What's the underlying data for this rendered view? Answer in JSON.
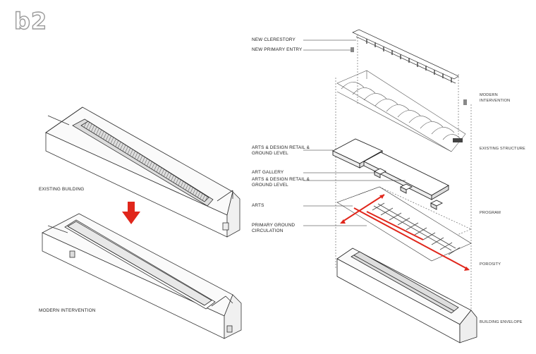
{
  "badge": "b2",
  "left_labels": {
    "existing": "EXISTING BUILDING",
    "modern": "MODERN INTERVENTION"
  },
  "callouts": [
    "NEW CLERESTORY",
    "NEW PRIMARY ENTRY",
    "ARTS & DESIGN RETAIL &\nGROUND LEVEL",
    "ART GALLERY",
    "ARTS & DESIGN RETAIL &\nGROUND LEVEL",
    "ARTS",
    "PRIMARY GROUND\nCIRCULATION"
  ],
  "layers": [
    "MODERN\nINTERVENTION",
    "EXISTING STRUCTURE",
    "PROGRAM",
    "POROSITY",
    "BUILDING ENVELOPE"
  ],
  "colors": {
    "accent": "#e0261b",
    "line": "#222222",
    "badge": "#9a9a9a"
  }
}
